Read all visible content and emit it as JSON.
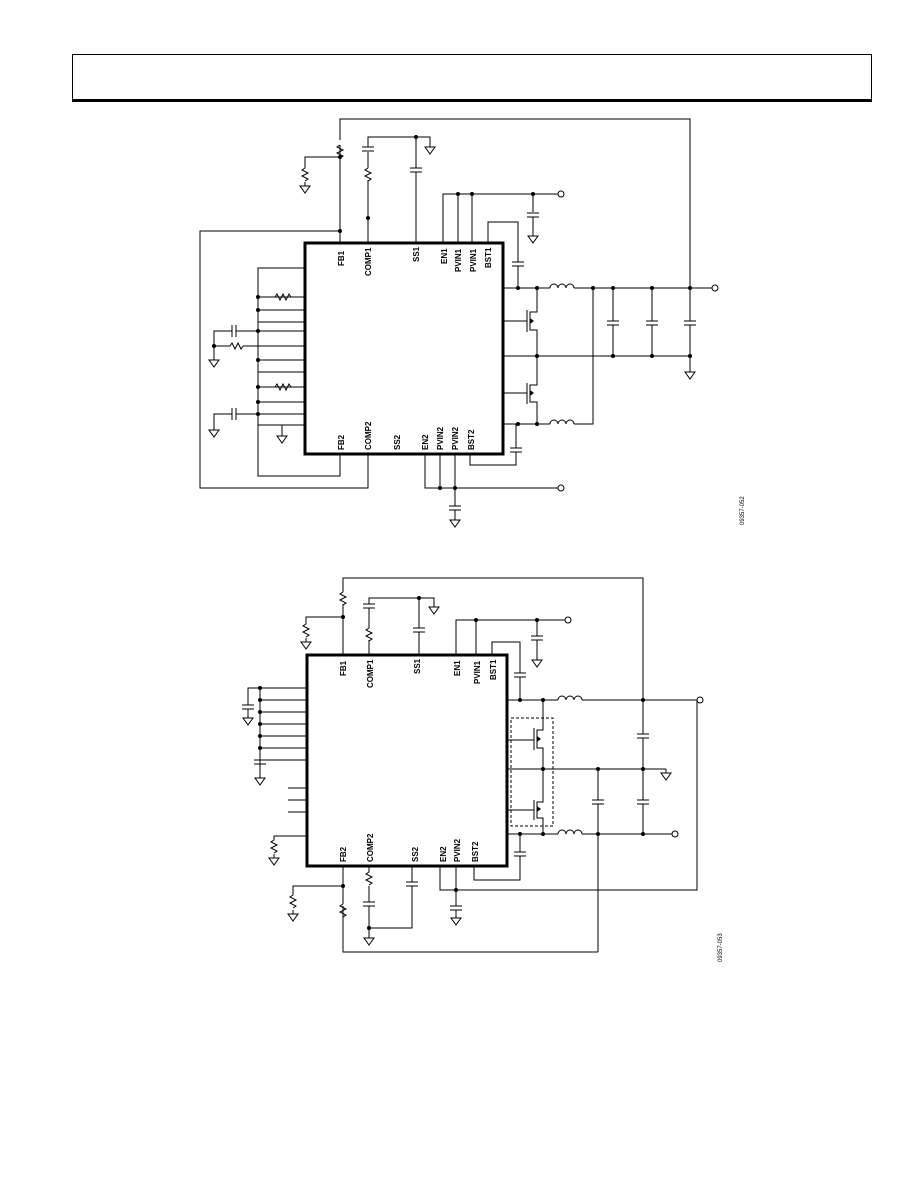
{
  "header": {
    "text": ""
  },
  "diagram1": {
    "pins_top": [
      "FB1",
      "COMP1",
      "SS1",
      "EN1",
      "PVIN1",
      "PVIN1",
      "BST1"
    ],
    "pins_bottom": [
      "FB2",
      "COMP2",
      "SS2",
      "EN2",
      "PVIN2",
      "PVIN2",
      "BST2"
    ],
    "figure_id": "09357-052"
  },
  "diagram2": {
    "pins_top": [
      "FB1",
      "COMP1",
      "SS1",
      "EN1",
      "PVIN1",
      "BST1"
    ],
    "pins_bottom": [
      "FB2",
      "COMP2",
      "SS2",
      "EN2",
      "PVIN2",
      "BST2"
    ],
    "figure_id": "09357-053"
  }
}
